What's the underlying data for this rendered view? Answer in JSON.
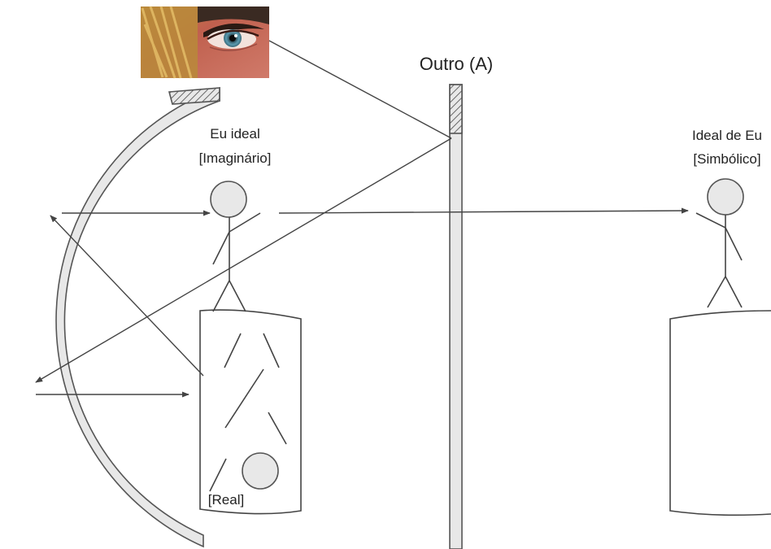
{
  "labels": {
    "other": "Outro (A)",
    "ideal_ego_line1": "Eu ideal",
    "ideal_ego_line2": "[Imaginário]",
    "ego_ideal_line1": "Ideal de Eu",
    "ego_ideal_line2": "[Simbólico]",
    "real": "[Real]"
  },
  "icons": {
    "eye_photo": "eye-photo",
    "concave_mirror": "concave-mirror",
    "plane_mirror": "plane-mirror",
    "stick_figure": "stick-figure",
    "vase": "vase-box"
  },
  "colors": {
    "fill": "#e8e8e8",
    "stroke": "#555555",
    "text": "#222222"
  }
}
